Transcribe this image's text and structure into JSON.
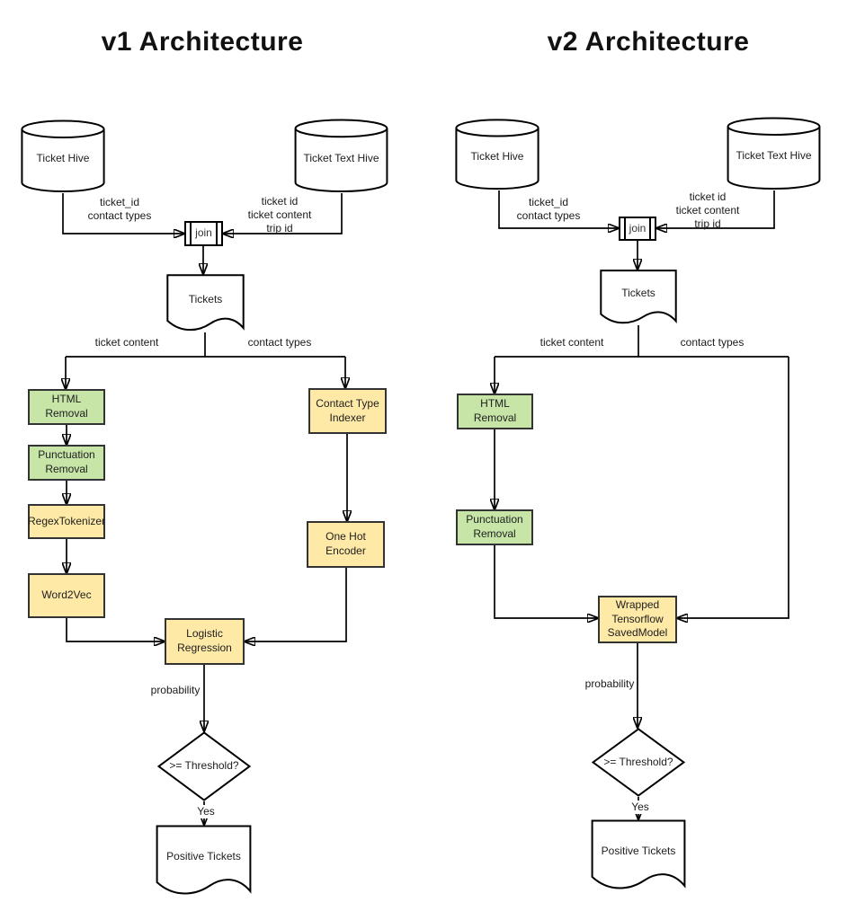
{
  "colors": {
    "background": "#ffffff",
    "green_fill": "#c6e5a7",
    "yellow_fill": "#ffe9a6",
    "node_stroke": "#333333",
    "edge_color": "#000000"
  },
  "v1": {
    "title": "v1 Architecture",
    "ticket_hive": "Ticket Hive",
    "ticket_text_hive": "Ticket Text Hive",
    "join": "join",
    "left_join_fields": "ticket_id\ncontact types",
    "right_join_fields": "ticket id\nticket content\ntrip id",
    "tickets": "Tickets",
    "branch_left": "ticket content",
    "branch_right": "contact types",
    "html_removal": "HTML\nRemoval",
    "punctuation_removal": "Punctuation\nRemoval",
    "regex_tokenizer": "RegexTokenizer",
    "word2vec": "Word2Vec",
    "contact_type_indexer": "Contact Type\nIndexer",
    "one_hot_encoder": "One Hot\nEncoder",
    "logistic_regression": "Logistic\nRegression",
    "probability": "probability",
    "threshold": ">= Threshold?",
    "yes": "Yes",
    "positive_tickets": "Positive Tickets"
  },
  "v2": {
    "title": "v2 Architecture",
    "ticket_hive": "Ticket Hive",
    "ticket_text_hive": "Ticket Text Hive",
    "join": "join",
    "left_join_fields": "ticket_id\ncontact types",
    "right_join_fields": "ticket id\nticket content\ntrip id",
    "tickets": "Tickets",
    "branch_left": "ticket content",
    "branch_right": "contact types",
    "html_removal": "HTML\nRemoval",
    "punctuation_removal": "Punctuation\nRemoval",
    "wrapped_model": "Wrapped\nTensorflow\nSavedModel",
    "probability": "probability",
    "threshold": ">= Threshold?",
    "yes": "Yes",
    "positive_tickets": "Positive Tickets"
  }
}
